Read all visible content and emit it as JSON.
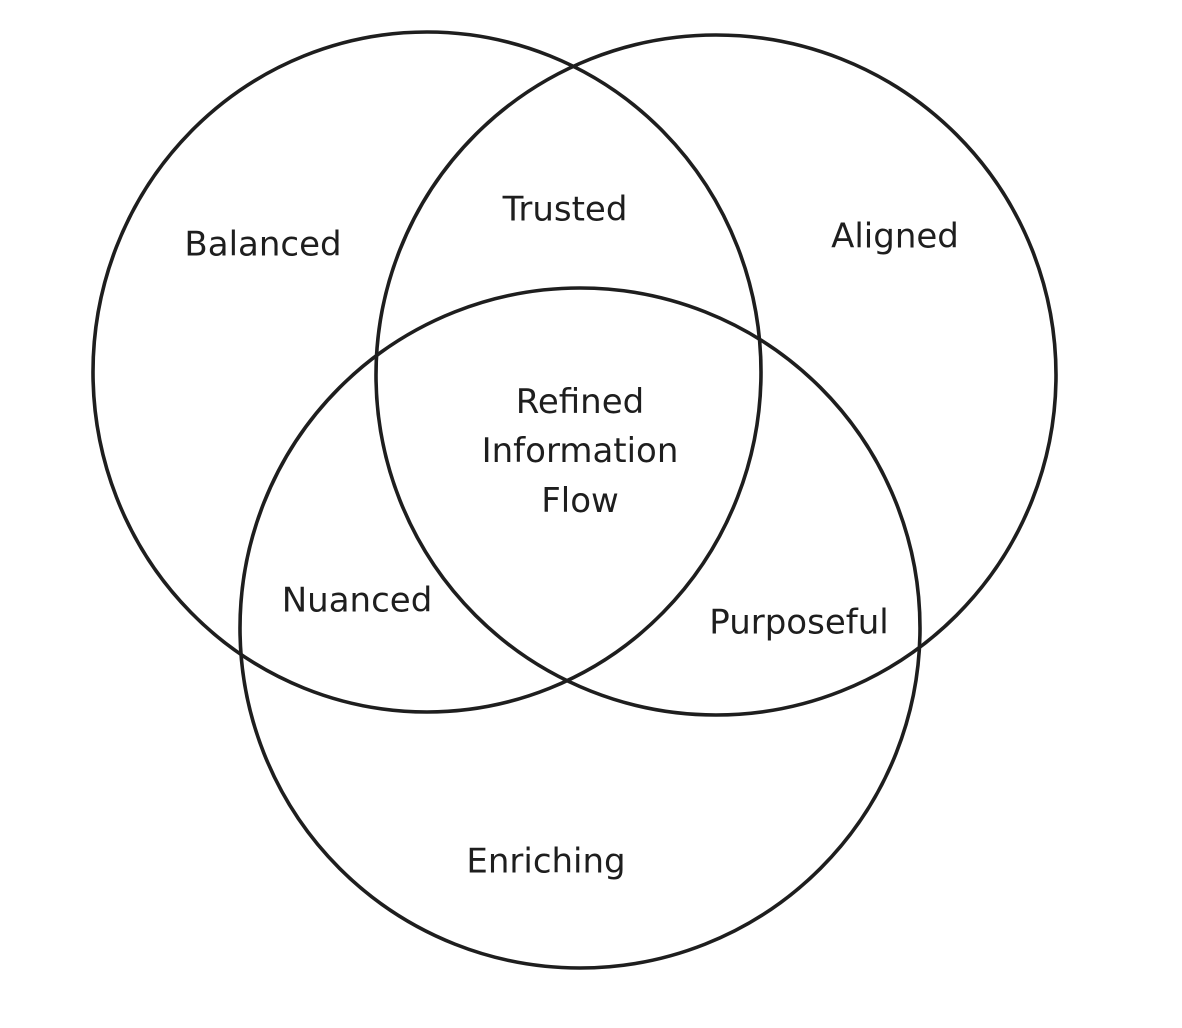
{
  "diagram": {
    "type": "venn",
    "sets": [
      {
        "id": "left",
        "label": "Balanced"
      },
      {
        "id": "right",
        "label": "Aligned"
      },
      {
        "id": "bottom",
        "label": "Enriching"
      }
    ],
    "intersections": [
      {
        "sets": [
          "left",
          "right"
        ],
        "label": "Trusted"
      },
      {
        "sets": [
          "left",
          "bottom"
        ],
        "label": "Nuanced"
      },
      {
        "sets": [
          "right",
          "bottom"
        ],
        "label": "Purposeful"
      },
      {
        "sets": [
          "left",
          "right",
          "bottom"
        ],
        "label": "Refined Information Flow",
        "lines": [
          "Refined",
          "Information",
          "Flow"
        ]
      }
    ],
    "stroke_color": "#1e1e1e",
    "background": "#ffffff"
  }
}
